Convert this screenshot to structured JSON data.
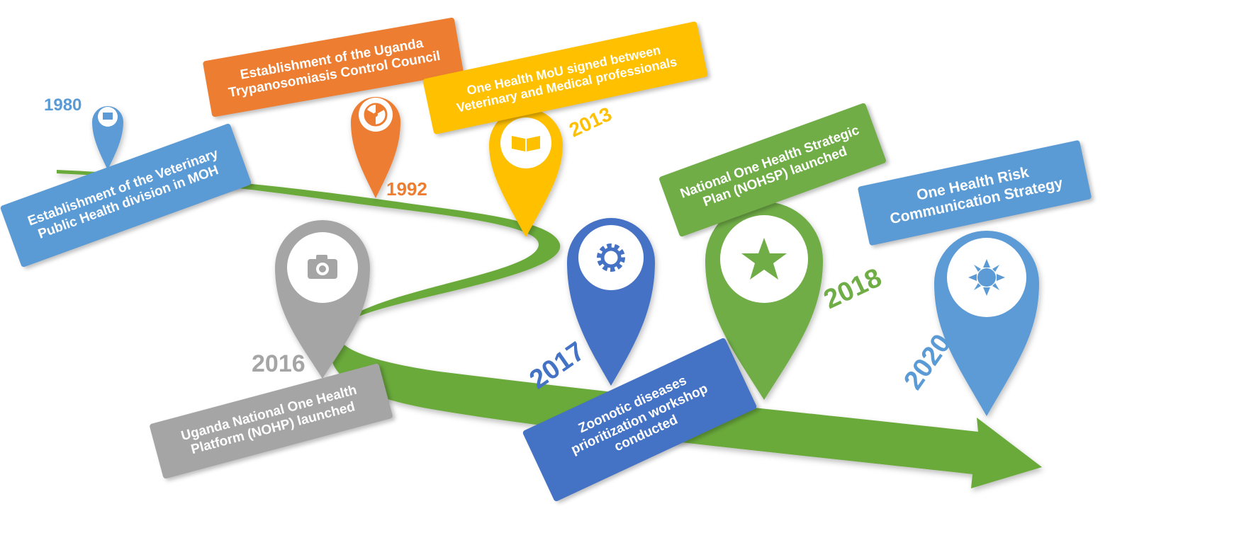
{
  "colors": {
    "path": "#6aaa3a",
    "blue_light": "#5b9bd5",
    "orange": "#ed7d31",
    "yellow": "#ffc000",
    "gray": "#a5a5a5",
    "blue_dark": "#4472c4",
    "green": "#70ad47"
  },
  "events": [
    {
      "year": "1980",
      "label_line1": "Establishment of the Veterinary",
      "label_line2": "Public  Health division in MOH",
      "color": "#5b9bd5",
      "icon": "monitor-icon"
    },
    {
      "year": "1992",
      "label_line1": "Establishment of the Uganda",
      "label_line2": "Trypanosomiasis Control Council",
      "color": "#ed7d31",
      "icon": "radiation-icon"
    },
    {
      "year": "2013",
      "label_line1": "One Health MoU signed between",
      "label_line2": "Veterinary and Medical professionals",
      "color": "#ffc000",
      "icon": "book-icon"
    },
    {
      "year": "2016",
      "label_line1": "Uganda National One Health",
      "label_line2": "Platform (NOHP) launched",
      "color": "#a5a5a5",
      "icon": "camera-icon"
    },
    {
      "year": "2017",
      "label_line1": "Zoonotic diseases",
      "label_line2": "prioritization workshop",
      "label_line3": "conducted",
      "color": "#4472c4",
      "icon": "gear-icon"
    },
    {
      "year": "2018",
      "label_line1": "National One Health Strategic",
      "label_line2": "Plan (NOHSP) launched",
      "color": "#70ad47",
      "icon": "star-icon"
    },
    {
      "year": "2020",
      "label_line1": "One Health Risk",
      "label_line2": "Communication Strategy",
      "color": "#5b9bd5",
      "icon": "sun-icon"
    }
  ]
}
